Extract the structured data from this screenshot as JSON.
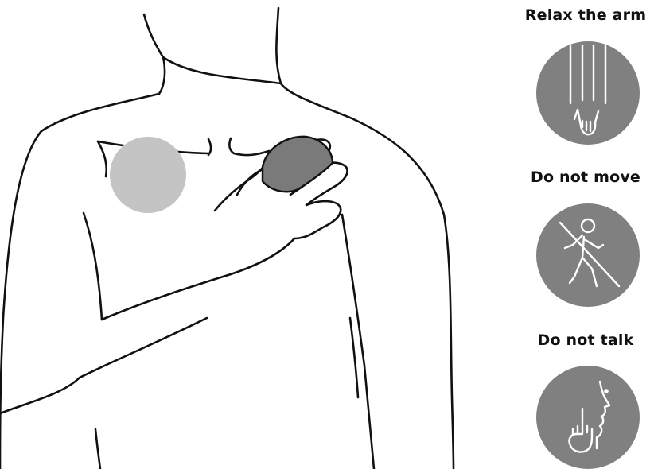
{
  "colors": {
    "outline": "#111111",
    "badge_fill": "#808080",
    "badge_line": "#ffffff",
    "device_placed": "#7a7a7a",
    "device_alternate": "#c4c4c4"
  },
  "illustration": {
    "subject": "torso-icon",
    "device_icon": "sensor-disc-icon"
  },
  "instructions": [
    {
      "label": "Relax the arm",
      "icon": "relaxed-arm-icon"
    },
    {
      "label": "Do not move",
      "icon": "no-walking-icon"
    },
    {
      "label": "Do not talk",
      "icon": "quiet-gesture-icon"
    }
  ]
}
